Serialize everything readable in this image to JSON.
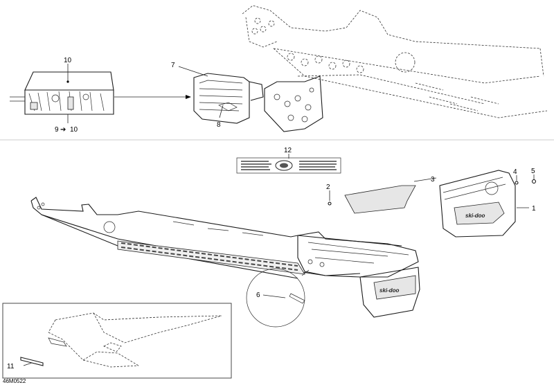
{
  "callouts": {
    "c1": "1",
    "c2": "2",
    "c3": "3",
    "c4": "4",
    "c5": "5",
    "c6": "6",
    "c7": "7",
    "c8": "8",
    "c9": "9",
    "c9_arrow": "➔",
    "c9_to": "10",
    "c10": "10",
    "c11": "11",
    "c12": "12"
  },
  "part_number": "46M0522"
}
